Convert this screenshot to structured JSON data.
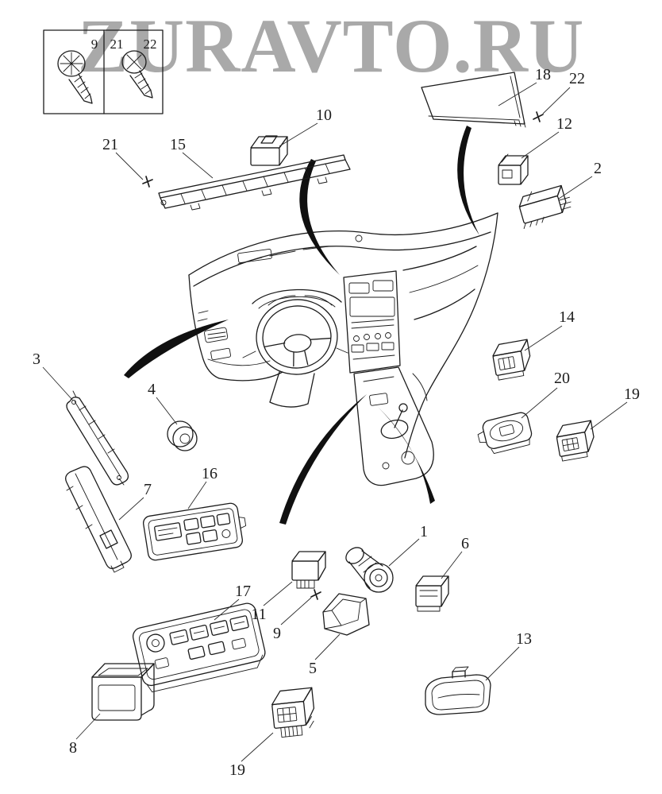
{
  "watermark": {
    "text": "ZURAVTO.RU"
  },
  "inset": {
    "label_9": "9",
    "label_21": "21",
    "label_22": "22"
  },
  "callouts": {
    "c21_top": "21",
    "c15": "15",
    "c10": "10",
    "c18": "18",
    "c22": "22",
    "c12": "12",
    "c2": "2",
    "c14": "14",
    "c20": "20",
    "c19_right": "19",
    "c3": "3",
    "c4": "4",
    "c7": "7",
    "c16": "16",
    "c17": "17",
    "c8": "8",
    "c11": "11",
    "c9": "9",
    "c5": "5",
    "c1": "1",
    "c6": "6",
    "c13": "13",
    "c19_bottom": "19"
  }
}
